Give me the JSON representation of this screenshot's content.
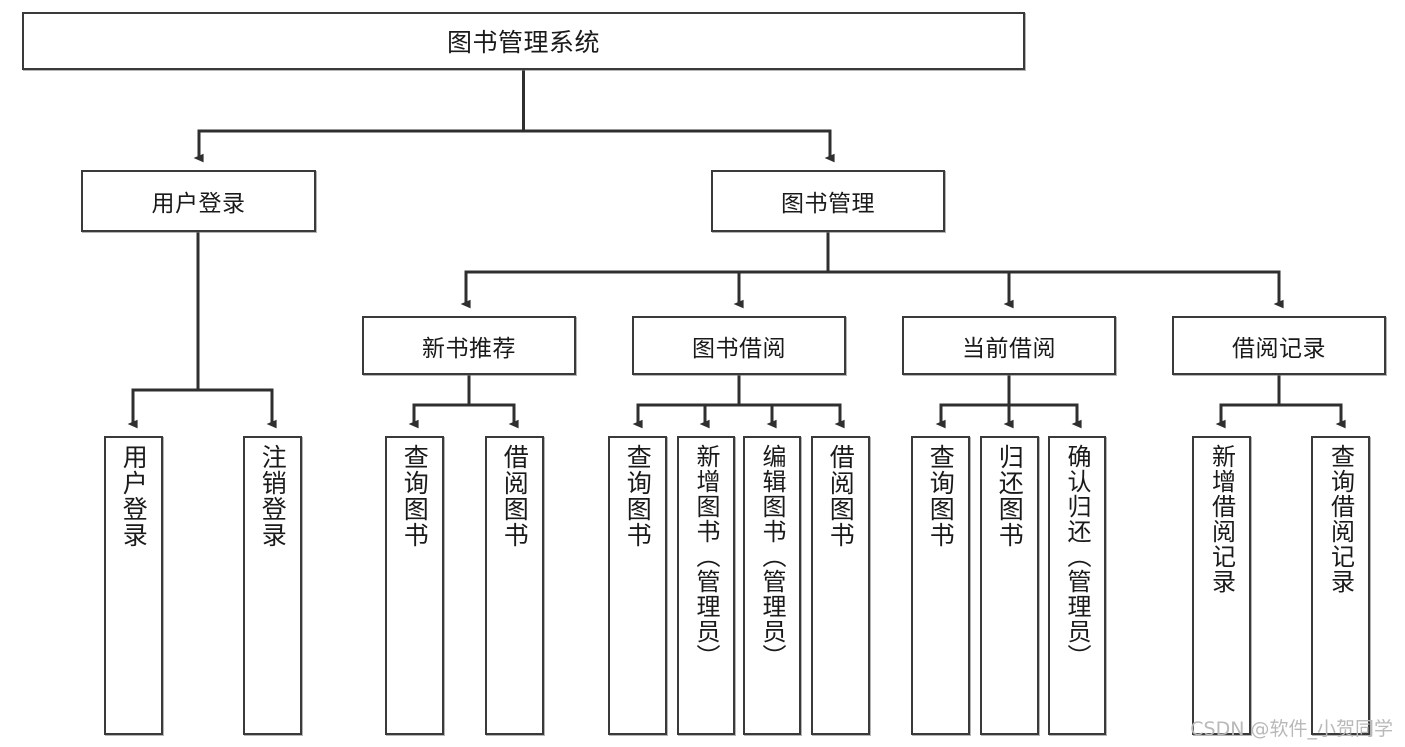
{
  "diagram": {
    "title": "图书管理系统",
    "type": "functional-structure-tree",
    "colors": {
      "box_border": "#3a3a3a",
      "box_fill": "#ffffff",
      "edge": "#2f2f2f",
      "text": "#1a1a1a",
      "watermark": "#b9b9b9"
    },
    "root": {
      "label": "图书管理系统"
    },
    "level2": [
      {
        "label": "用户登录"
      },
      {
        "label": "图书管理"
      }
    ],
    "level3": [
      {
        "label": "新书推荐"
      },
      {
        "label": "图书借阅"
      },
      {
        "label": "当前借阅"
      },
      {
        "label": "借阅记录"
      }
    ],
    "leaves": {
      "user_login": [
        {
          "label": "用户登录"
        },
        {
          "label": "注销登录"
        }
      ],
      "new_book_recommend": [
        {
          "label": "查询图书"
        },
        {
          "label": "借阅图书"
        }
      ],
      "book_borrow": [
        {
          "label": "查询图书"
        },
        {
          "label": "新增图书（管理员）"
        },
        {
          "label": "编辑图书（管理员）"
        },
        {
          "label": "借阅图书"
        }
      ],
      "current_borrow": [
        {
          "label": "查询图书"
        },
        {
          "label": "归还图书"
        },
        {
          "label": "确认归还（管理员）"
        }
      ],
      "borrow_record": [
        {
          "label": "新增借阅记录"
        },
        {
          "label": "查询借阅记录"
        }
      ]
    }
  },
  "watermark": {
    "text": "CSDN @软件_小贺同学"
  }
}
